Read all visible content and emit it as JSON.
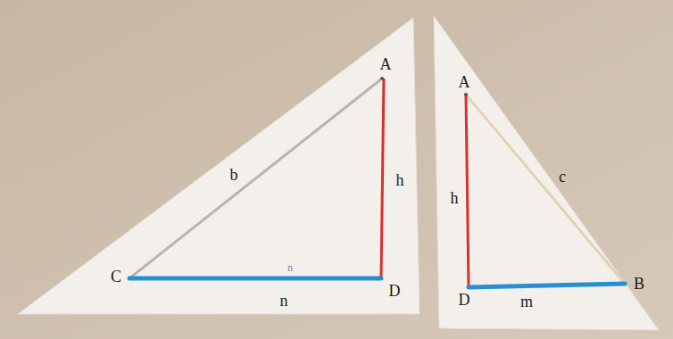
{
  "diagram": {
    "labels": [
      "A",
      "b",
      "h",
      "C",
      "n",
      "n",
      "D",
      "A",
      "h",
      "c",
      "D",
      "m",
      "B"
    ]
  }
}
